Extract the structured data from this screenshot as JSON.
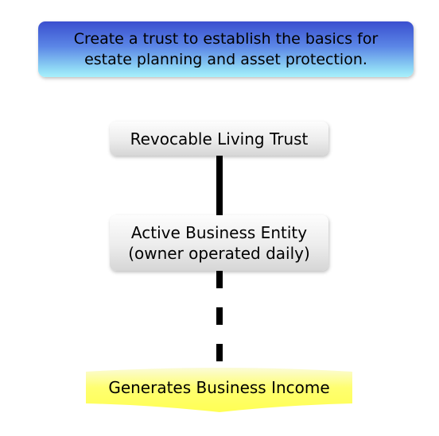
{
  "banner": {
    "line1": "Create a trust to establish the basics for",
    "line2": "estate planning and asset protection."
  },
  "nodes": {
    "trust": "Revocable Living Trust",
    "entity_line1": "Active Business Entity",
    "entity_line2": "(owner operated daily)",
    "income": "Generates Business Income"
  },
  "colors": {
    "banner_top": "#3a4fcf",
    "banner_bottom": "#a8f0fb",
    "node_fill": "#e6e6e6",
    "income_fill": "#ffff66",
    "connector": "#000000"
  }
}
